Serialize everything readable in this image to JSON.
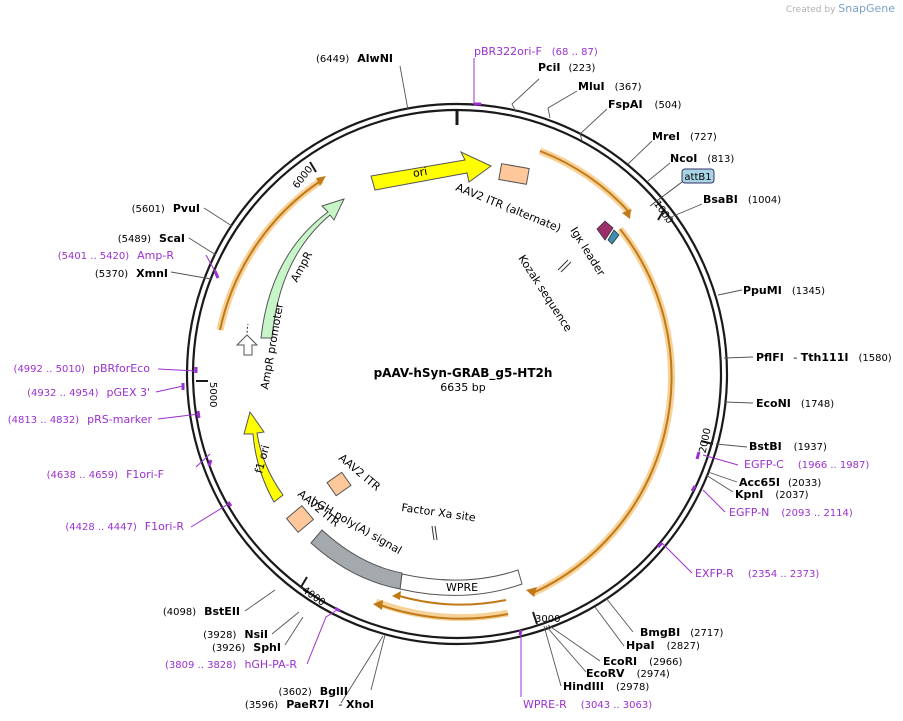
{
  "watermark": {
    "prefix": "Created by",
    "brand": "SnapGene"
  },
  "plasmid": {
    "name": "pAAV-hSyn-GRAB_g5-HT2h",
    "length_label": "6635 bp",
    "length": 6635
  },
  "tick_labels": [
    "1000",
    "2000",
    "3000",
    "4000",
    "5000",
    "6000"
  ],
  "sites": [
    {
      "name": "AlwNI",
      "pos": "(6449)"
    },
    {
      "name": "PciI",
      "pos": "(223)"
    },
    {
      "name": "MluI",
      "pos": "(367)"
    },
    {
      "name": "FspAI",
      "pos": "(504)"
    },
    {
      "name": "MreI",
      "pos": "(727)"
    },
    {
      "name": "NcoI",
      "pos": "(813)"
    },
    {
      "name": "BsaBI",
      "pos": "(1004)"
    },
    {
      "name": "PpuMI",
      "pos": "(1345)"
    },
    {
      "name": "PflFI",
      "pos": "(1580)",
      "extra": "Tth111I"
    },
    {
      "name": "EcoNI",
      "pos": "(1748)"
    },
    {
      "name": "BstBI",
      "pos": "(1937)"
    },
    {
      "name": "Acc65I",
      "pos": "(2033)"
    },
    {
      "name": "KpnI",
      "pos": "(2037)"
    },
    {
      "name": "BmgBI",
      "pos": "(2717)"
    },
    {
      "name": "HpaI",
      "pos": "(2827)"
    },
    {
      "name": "EcoRI",
      "pos": "(2966)"
    },
    {
      "name": "EcoRV",
      "pos": "(2974)"
    },
    {
      "name": "HindIII",
      "pos": "(2978)"
    },
    {
      "name": "BglII",
      "pos": "(3602)"
    },
    {
      "name": "PaeR7I",
      "pos": "(3596)",
      "extra": "XhoI"
    },
    {
      "name": "SphI",
      "pos": "(3926)"
    },
    {
      "name": "NsiI",
      "pos": "(3928)"
    },
    {
      "name": "BstEII",
      "pos": "(4098)"
    },
    {
      "name": "XmnI",
      "pos": "(5370)"
    },
    {
      "name": "ScaI",
      "pos": "(5489)"
    },
    {
      "name": "PvuI",
      "pos": "(5601)"
    }
  ],
  "primers": [
    {
      "name": "pBR322ori-F",
      "range": "(68 .. 87)"
    },
    {
      "name": "EGFP-C",
      "range": "(1966 .. 1987)"
    },
    {
      "name": "EGFP-N",
      "range": "(2093 .. 2114)"
    },
    {
      "name": "EXFP-R",
      "range": "(2354 .. 2373)"
    },
    {
      "name": "WPRE-R",
      "range": "(3043 .. 3063)"
    },
    {
      "name": "hGH-PA-R",
      "range": "(3809 .. 3828)"
    },
    {
      "name": "F1ori-R",
      "range": "(4428 .. 4447)"
    },
    {
      "name": "F1ori-F",
      "range": "(4638 .. 4659)"
    },
    {
      "name": "pRS-marker",
      "range": "(4813 .. 4832)"
    },
    {
      "name": "pGEX 3'",
      "range": "(4932 .. 4954)"
    },
    {
      "name": "pBRforEco",
      "range": "(4992 .. 5010)"
    },
    {
      "name": "Amp-R",
      "range": "(5401 .. 5420)"
    }
  ],
  "features": {
    "ori": "ori",
    "itr_alt": "AAV2 ITR (alternate)",
    "attb1": "attB1",
    "igk": "Igκ leader",
    "kozak": "Kozak sequence",
    "factor_xa": "Factor Xa site",
    "wpre": "WPRE",
    "hgh": "hGH poly(A) signal",
    "itr1": "AAV2 ITR",
    "itr2": "AAV2 ITR",
    "f1": "f1 ori",
    "ampr": "AmpR",
    "ampr_promoter": "AmpR promoter"
  },
  "colors": {
    "backbone": "#1a1a1a",
    "primer": "#9b30d0",
    "insert_highlight": "#f5c77e",
    "ori": "#ffff00",
    "f1": "#ffff00",
    "ampr": "#c8f5c8",
    "itr": "#ffc89a",
    "wpre": "#ffffff",
    "hgh": "#a4a9ae",
    "attb": "#a8d4e6",
    "igk": "#9b2f6b",
    "arrow_orange": "#d98a22"
  }
}
